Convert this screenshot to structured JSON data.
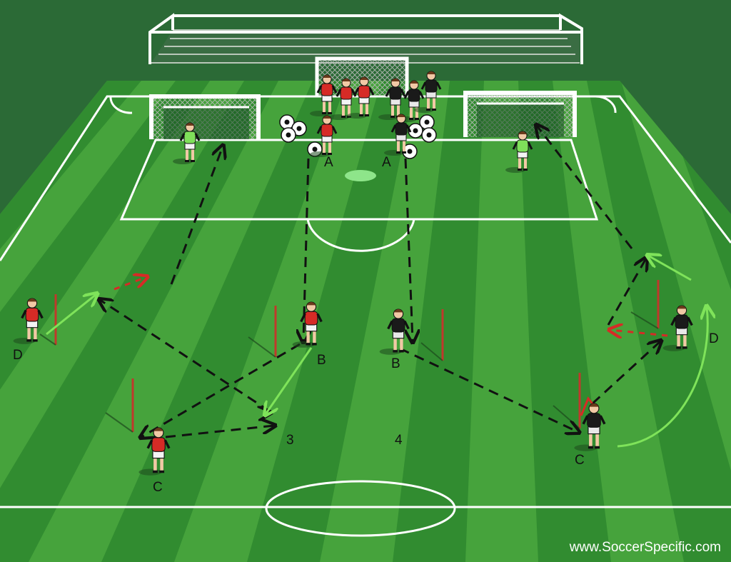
{
  "colors": {
    "background": "#2b6a36",
    "pitch_light": "#46a33c",
    "pitch_dark": "#2f8a30",
    "lines": "#ffffff",
    "team_red": "#d62b26",
    "team_black": "#1a1a1a",
    "goalkeeper": "#7fe05a",
    "run_arrow": "#111111",
    "pass_arrow": "#7fe35a",
    "mannequin": "#c0392b"
  },
  "labels": {
    "a_left": "A",
    "a_right": "A",
    "b_left": "B",
    "b_right": "B",
    "c_left": "C",
    "c_right": "C",
    "d_left": "D",
    "d_right": "D",
    "zone_3": "3",
    "zone_4": "4"
  },
  "watermark": "www.SoccerSpecific.com"
}
